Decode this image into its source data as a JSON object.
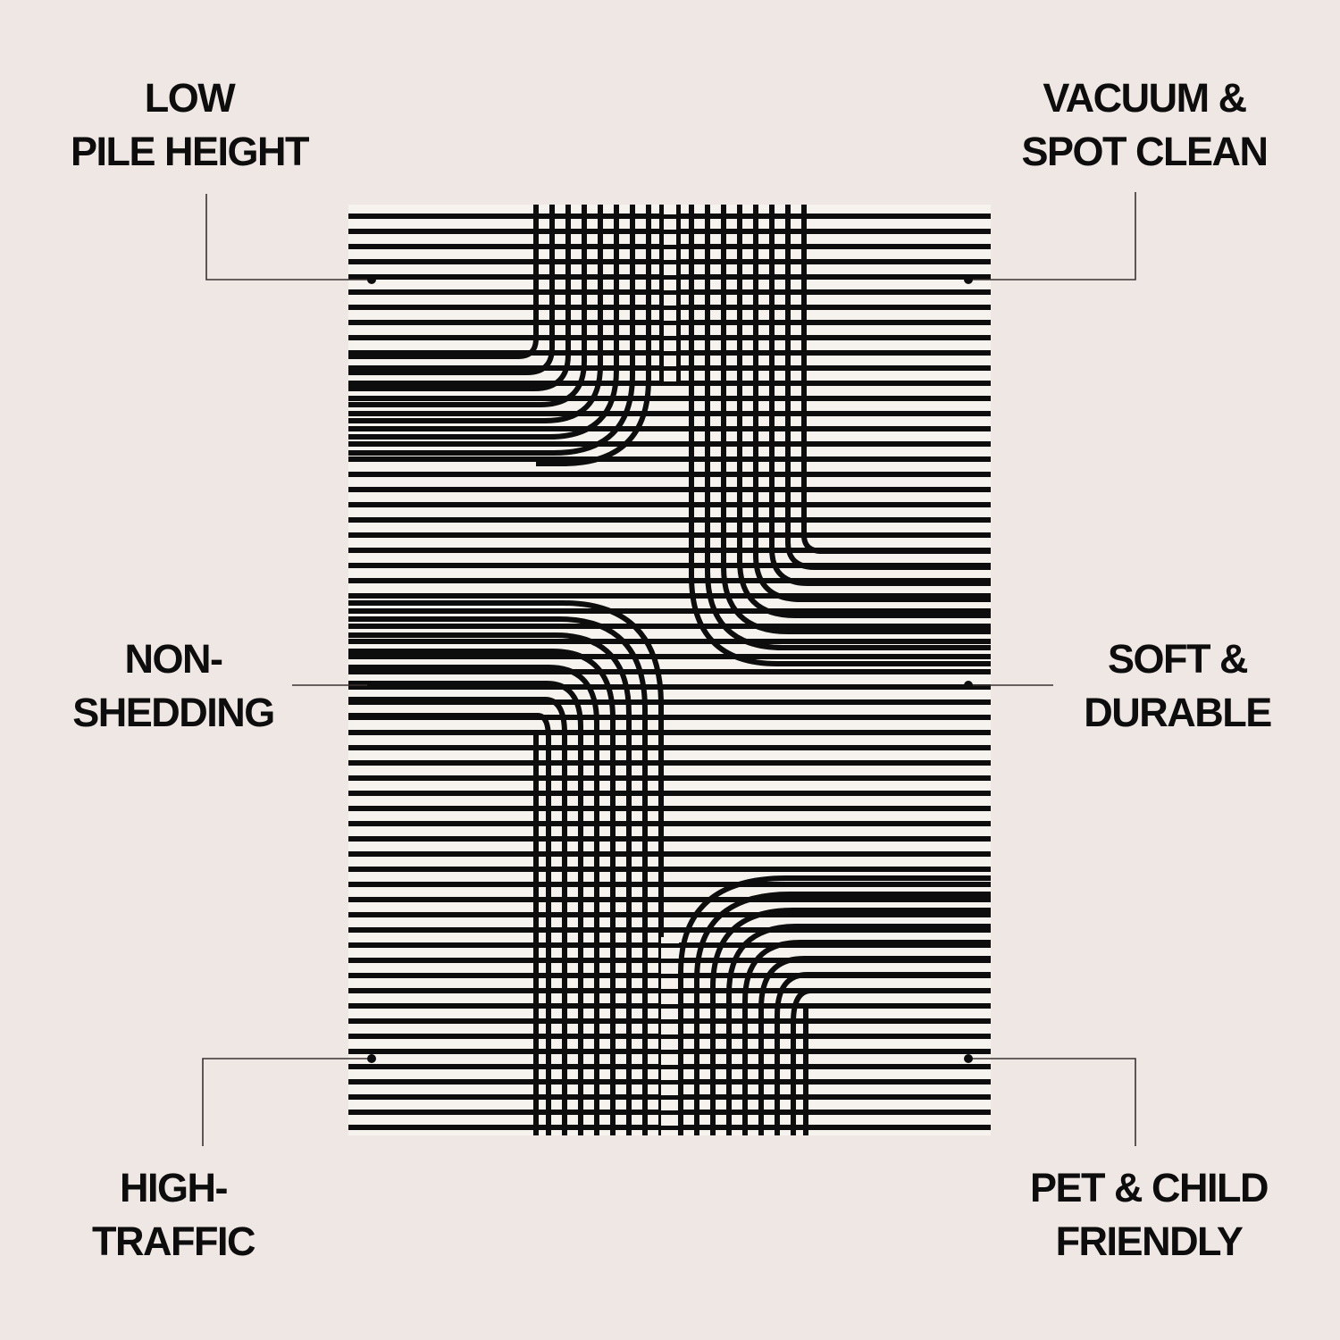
{
  "infographic": {
    "background_color": "#efe7e3",
    "rug": {
      "description": "Rectangular rug, ivory background with black concentric arch stripes",
      "colors": {
        "stripe": "#0d0d0d",
        "field": "#f6f3ee"
      }
    },
    "features": [
      {
        "id": "low-pile-height",
        "line1": "LOW",
        "line2": "PILE HEIGHT",
        "position": "top-left"
      },
      {
        "id": "vacuum-spot-clean",
        "line1": "VACUUM &",
        "line2": "SPOT CLEAN",
        "position": "top-right"
      },
      {
        "id": "non-shedding",
        "line1": "NON-",
        "line2": "SHEDDING",
        "position": "middle-left"
      },
      {
        "id": "soft-durable",
        "line1": "SOFT &",
        "line2": "DURABLE",
        "position": "middle-right"
      },
      {
        "id": "high-traffic",
        "line1": "HIGH-",
        "line2": "TRAFFIC",
        "position": "bottom-left"
      },
      {
        "id": "pet-child-friendly",
        "line1": "PET & CHILD",
        "line2": "FRIENDLY",
        "position": "bottom-right"
      }
    ]
  }
}
